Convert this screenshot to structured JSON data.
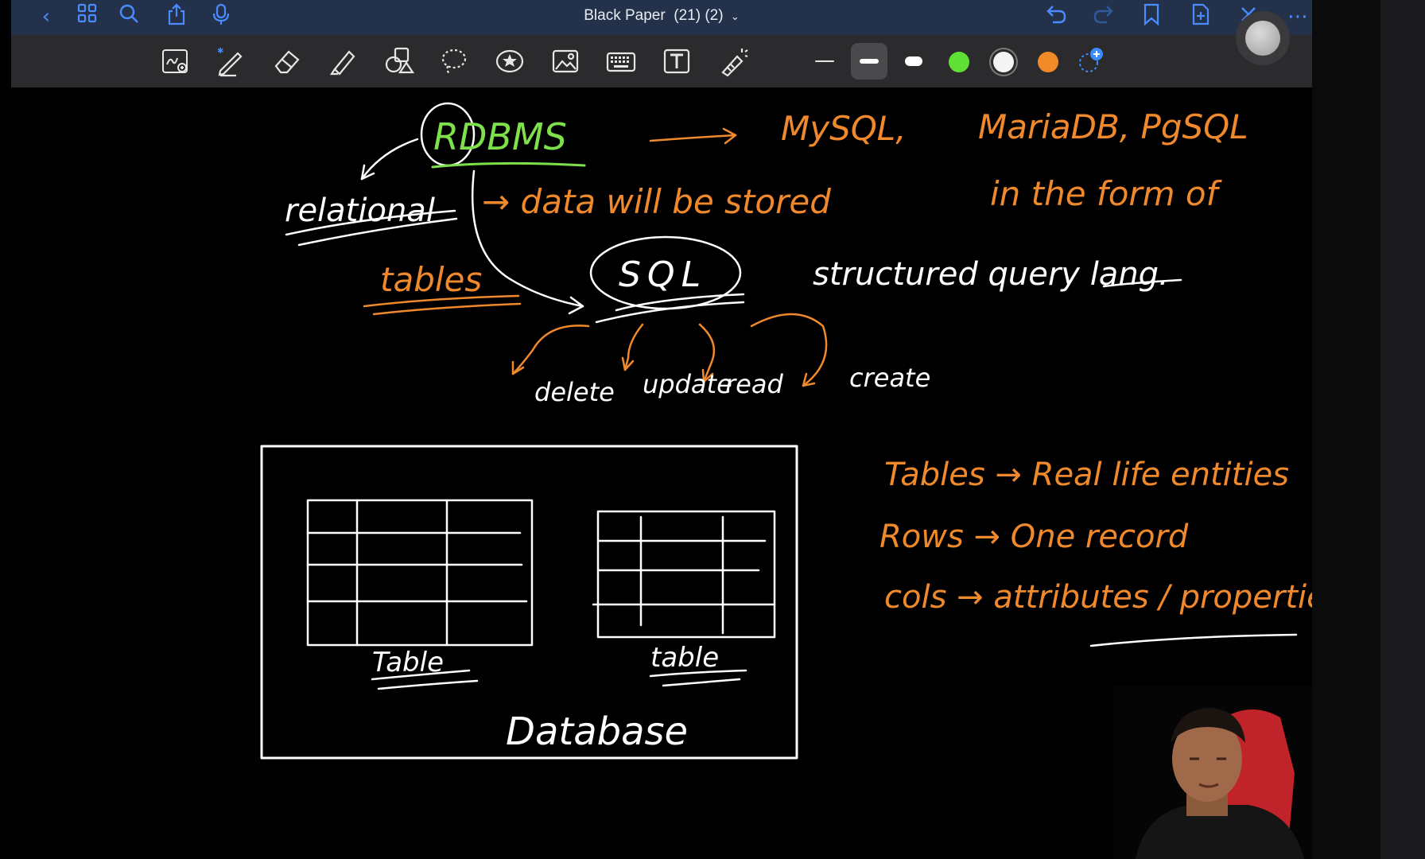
{
  "nav": {
    "title": "Black Paper",
    "page_info": "(21) (2)"
  },
  "toolbar": {
    "colors": {
      "green": "#5fe034",
      "white": "#f4f4f4",
      "orange": "#f28a28",
      "add": "#3d8bff"
    }
  },
  "canvas": {
    "rdbms": "RDBMS",
    "mysql": "MySQL,",
    "others": "MariaDB, PgSQL",
    "relational": "relational",
    "data_stored": "→ data will be stored",
    "in_form_of": "in the form of",
    "tables": "tables",
    "sql": "SQL",
    "structured_query": "structured query lang.",
    "delete": "delete",
    "update": "update",
    "read": "read",
    "create": "create",
    "table_left": "Table",
    "table_right": "table",
    "database": "Database",
    "tables_def": "Tables → Real life entities",
    "rows_def": "Rows → One record",
    "cols_def": "cols → attributes / properties"
  },
  "colors": {
    "ink_white": "#ffffff",
    "ink_orange": "#f0892c",
    "ink_green": "#7ee04a",
    "navbar_bg": "#23324a",
    "toolbar_bg": "#2b2b2d",
    "accent_blue": "#4a8cff"
  }
}
